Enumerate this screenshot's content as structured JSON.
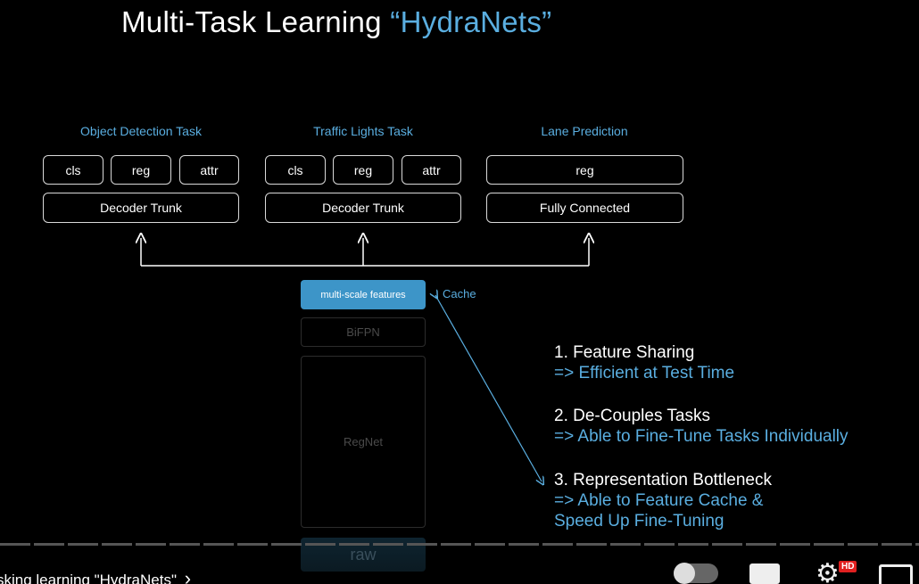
{
  "title": {
    "main": "Multi-Task Learning",
    "accent": "“HydraNets”"
  },
  "tasks": [
    {
      "label": "Object Detection Task",
      "heads": [
        "cls",
        "reg",
        "attr"
      ],
      "trunk": "Decoder Trunk"
    },
    {
      "label": "Traffic Lights Task",
      "heads": [
        "cls",
        "reg",
        "attr"
      ],
      "trunk": "Decoder Trunk"
    },
    {
      "label": "Lane Prediction",
      "heads": [
        "reg"
      ],
      "trunk": "Fully Connected"
    }
  ],
  "backbone": {
    "features": "multi-scale features",
    "cache": "Cache",
    "bifpn": "BiFPN",
    "regnet": "RegNet",
    "raw": "raw"
  },
  "points": [
    {
      "title": "1. Feature Sharing",
      "lines": [
        "=> Efficient at Test Time"
      ]
    },
    {
      "title": "2. De-Couples Tasks",
      "lines": [
        "=> Able to Fine-Tune Tasks Individually"
      ]
    },
    {
      "title": "3. Representation Bottleneck",
      "lines": [
        "=> Able to Feature Cache &",
        "Speed Up Fine-Tuning"
      ]
    }
  ],
  "player": {
    "video_title": "sking learning \"HydraNets\"",
    "chevron": "›",
    "badge": "HD",
    "icons": [
      "chevron-right-icon",
      "autoplay-toggle-icon",
      "subtitles-icon",
      "settings-gear-icon",
      "miniplayer-icon"
    ]
  },
  "colors": {
    "accent": "#5aaee0",
    "feature_box": "#3d95c8",
    "background": "#000000"
  }
}
